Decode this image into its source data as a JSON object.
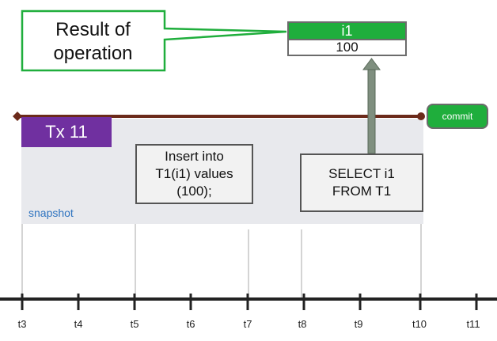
{
  "callout": {
    "line1": "Result of",
    "line2": "operation"
  },
  "result_table": {
    "column": "i1",
    "value": "100"
  },
  "transaction": {
    "label": "Tx 11",
    "snapshot_label": "snapshot"
  },
  "operations": {
    "insert": {
      "line1": "Insert into",
      "line2": "T1(i1) values",
      "line3": "(100);"
    },
    "select": {
      "line1": "SELECT i1",
      "line2": "FROM T1"
    }
  },
  "commit_label": "commit",
  "timeline": {
    "ticks": [
      "t3",
      "t4",
      "t5",
      "t6",
      "t7",
      "t8",
      "t9",
      "t10",
      "t11"
    ]
  },
  "colors": {
    "tx_purple": "#7030a0",
    "accent_green": "#1fae3c",
    "tx_line_brown": "#6b2a1a",
    "snapshot_bg": "#e8e9ed",
    "snapshot_text": "#2f74c0"
  }
}
